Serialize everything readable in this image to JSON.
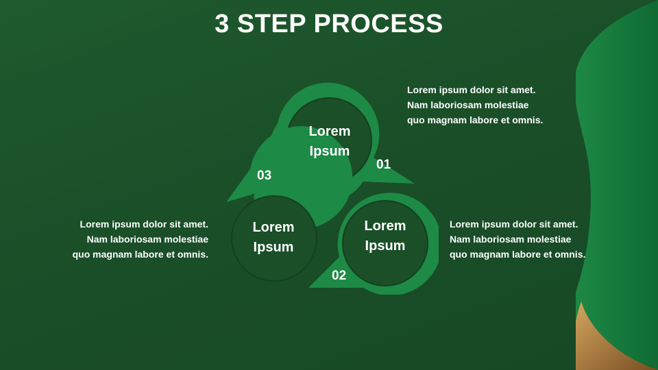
{
  "title": "3 STEP PROCESS",
  "colors": {
    "background": "#1a4f28",
    "ring": "#1d8a46",
    "inner": "#1a4f28",
    "accent_gold": "#b8894a"
  },
  "steps": [
    {
      "number": "01",
      "circle_label_line1": "Lorem",
      "circle_label_line2": "Ipsum",
      "text_line1": "Lorem ipsum dolor sit amet.",
      "text_line2": "Nam laboriosam molestiae",
      "text_line3": "quo magnam labore et omnis."
    },
    {
      "number": "02",
      "circle_label_line1": "Lorem",
      "circle_label_line2": "Ipsum",
      "text_line1": "Lorem ipsum dolor sit amet.",
      "text_line2": "Nam laboriosam molestiae",
      "text_line3": "quo magnam labore et omnis."
    },
    {
      "number": "03",
      "circle_label_line1": "Lorem",
      "circle_label_line2": "Ipsum",
      "text_line1": "Lorem ipsum dolor sit amet.",
      "text_line2": "Nam laboriosam molestiae",
      "text_line3": "quo magnam labore et omnis."
    }
  ]
}
